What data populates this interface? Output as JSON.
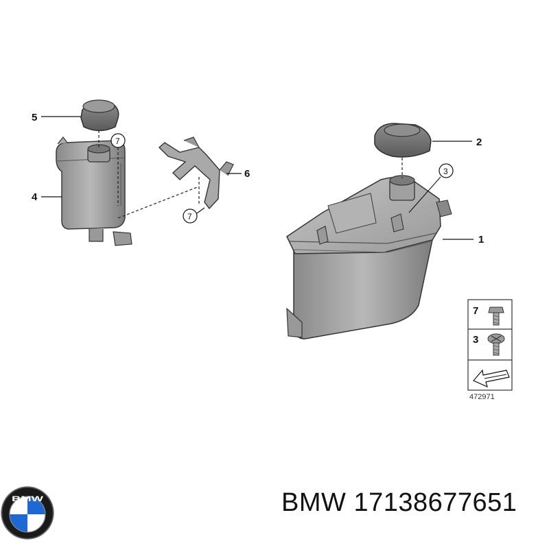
{
  "diagram": {
    "callouts": {
      "c1": "1",
      "c2": "2",
      "c3": "3",
      "c4": "4",
      "c5": "5",
      "c6": "6",
      "c7a": "7",
      "c7b": "7"
    },
    "legend": {
      "row1_num": "7",
      "row2_num": "3",
      "reference": "472971"
    }
  },
  "footer": {
    "logo_letters": "BMW",
    "brand": "BMW",
    "part_number": "17138677651",
    "colors": {
      "logo_blue": "#1c69d4",
      "logo_ring": "#1a1a1a"
    }
  }
}
